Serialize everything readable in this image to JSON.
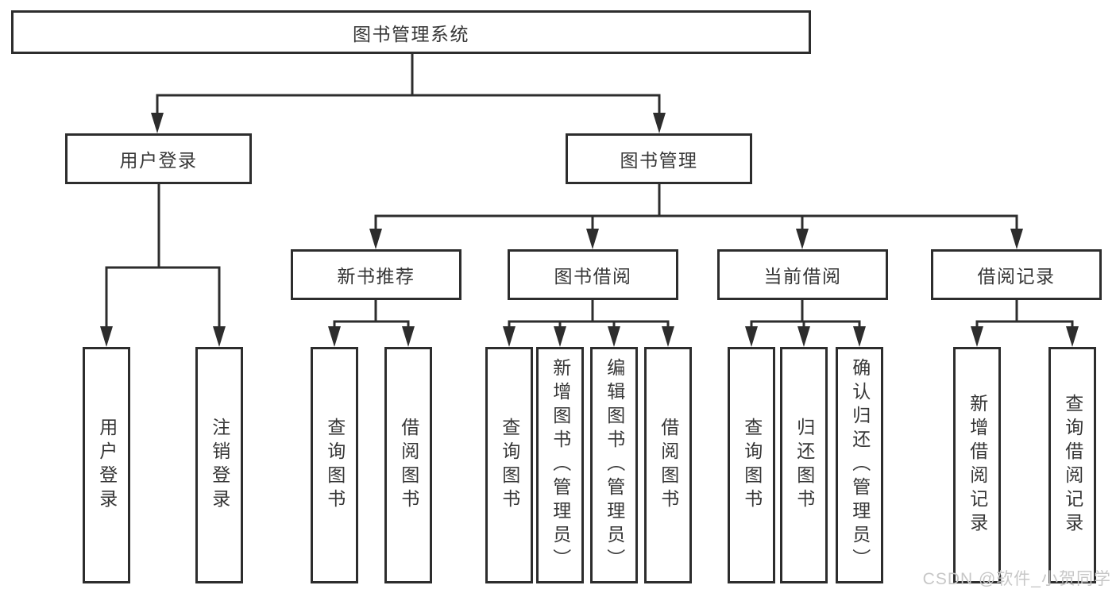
{
  "diagram": {
    "title": "图书管理系统",
    "root_label": "图书管理系统",
    "level2": [
      {
        "label": "用户登录"
      },
      {
        "label": "图书管理"
      }
    ],
    "level3": [
      {
        "label": "新书推荐",
        "parent": "图书管理"
      },
      {
        "label": "图书借阅",
        "parent": "图书管理"
      },
      {
        "label": "当前借阅",
        "parent": "图书管理"
      },
      {
        "label": "借阅记录",
        "parent": "图书管理"
      }
    ],
    "leaves": [
      {
        "label": "用户登录",
        "parent": "用户登录"
      },
      {
        "label": "注销登录",
        "parent": "用户登录"
      },
      {
        "label": "查询图书",
        "parent": "新书推荐"
      },
      {
        "label": "借阅图书",
        "parent": "新书推荐"
      },
      {
        "label": "查询图书",
        "parent": "图书借阅"
      },
      {
        "label": "新增图书（管理员）",
        "parent": "图书借阅"
      },
      {
        "label": "编辑图书（管理员）",
        "parent": "图书借阅"
      },
      {
        "label": "借阅图书",
        "parent": "图书借阅"
      },
      {
        "label": "查询图书",
        "parent": "当前借阅"
      },
      {
        "label": "归还图书",
        "parent": "当前借阅"
      },
      {
        "label": "确认归还（管理员）",
        "parent": "当前借阅"
      },
      {
        "label": "新增借阅记录",
        "parent": "借阅记录"
      },
      {
        "label": "查询借阅记录",
        "parent": "借阅记录"
      }
    ],
    "colors": {
      "line": "#2d2d2d",
      "text": "#363636",
      "background": "#ffffff",
      "watermark": "#c7c7c7"
    }
  },
  "watermark": {
    "text": "CSDN @软件_小贺同学"
  }
}
